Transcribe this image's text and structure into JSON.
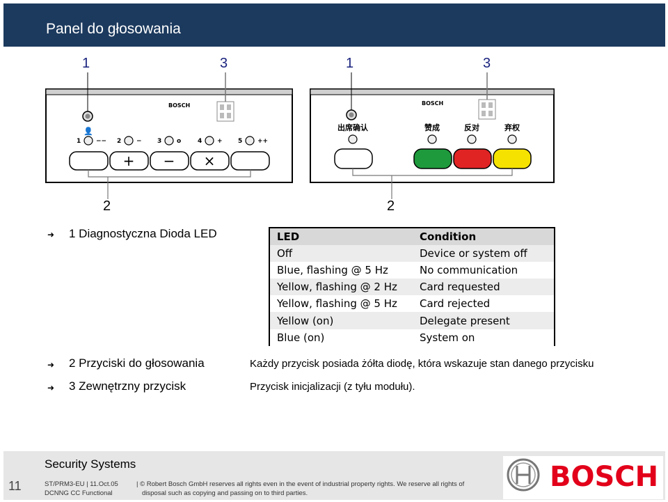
{
  "header": {
    "title": "Panel do głosowania"
  },
  "callouts": {
    "top": [
      "1",
      "3",
      "1",
      "3"
    ],
    "bottom": [
      "2",
      "2"
    ]
  },
  "left_panel": {
    "brand": "BOSCH",
    "buttons": [
      {
        "num": "1",
        "sym": "−−",
        "face": ""
      },
      {
        "num": "2",
        "sym": "−",
        "face": "+"
      },
      {
        "num": "3",
        "sym": "o",
        "face": "−"
      },
      {
        "num": "4",
        "sym": "+",
        "face": "×"
      },
      {
        "num": "5",
        "sym": "++",
        "face": ""
      }
    ]
  },
  "right_panel": {
    "brand": "BOSCH",
    "labels": [
      "出席确认",
      "赞成",
      "反对",
      "弃权"
    ],
    "colors": [
      "#ffffff",
      "#1e9a3c",
      "#e02424",
      "#f5e200"
    ]
  },
  "bullets": [
    {
      "text": "1 Diagnostyczna Dioda LED",
      "desc": ""
    },
    {
      "text": "2 Przyciski do głosowania",
      "desc": "Każdy przycisk posiada żółta diodę, która wskazuje stan danego przycisku"
    },
    {
      "text": "3 Zewnętrzny przycisk",
      "desc": "Przycisk inicjalizacji (z tyłu modułu)."
    }
  ],
  "led_table": {
    "headers": [
      "LED",
      "Condition"
    ],
    "rows": [
      [
        "Off",
        "Device or system off"
      ],
      [
        "Blue, flashing @ 5 Hz",
        "No communication"
      ],
      [
        "Yellow, flashing @ 2 Hz",
        "Card requested"
      ],
      [
        "Yellow, flashing @ 5 Hz",
        "Card rejected"
      ],
      [
        "Yellow (on)",
        "Delegate present"
      ],
      [
        "Blue (on)",
        "System on"
      ]
    ]
  },
  "footer": {
    "title": "Security Systems",
    "page": "11",
    "meta_line1": "ST/PRM3-EU | 11.Oct.05",
    "meta_line2": "DCNNG CC Functional",
    "copyright_line1": "| © Robert Bosch GmbH reserves all rights even in the event of industrial property rights. We reserve all rights of",
    "copyright_line2": "disposal such as copying and passing on to third parties.",
    "logo_text": "BOSCH"
  }
}
